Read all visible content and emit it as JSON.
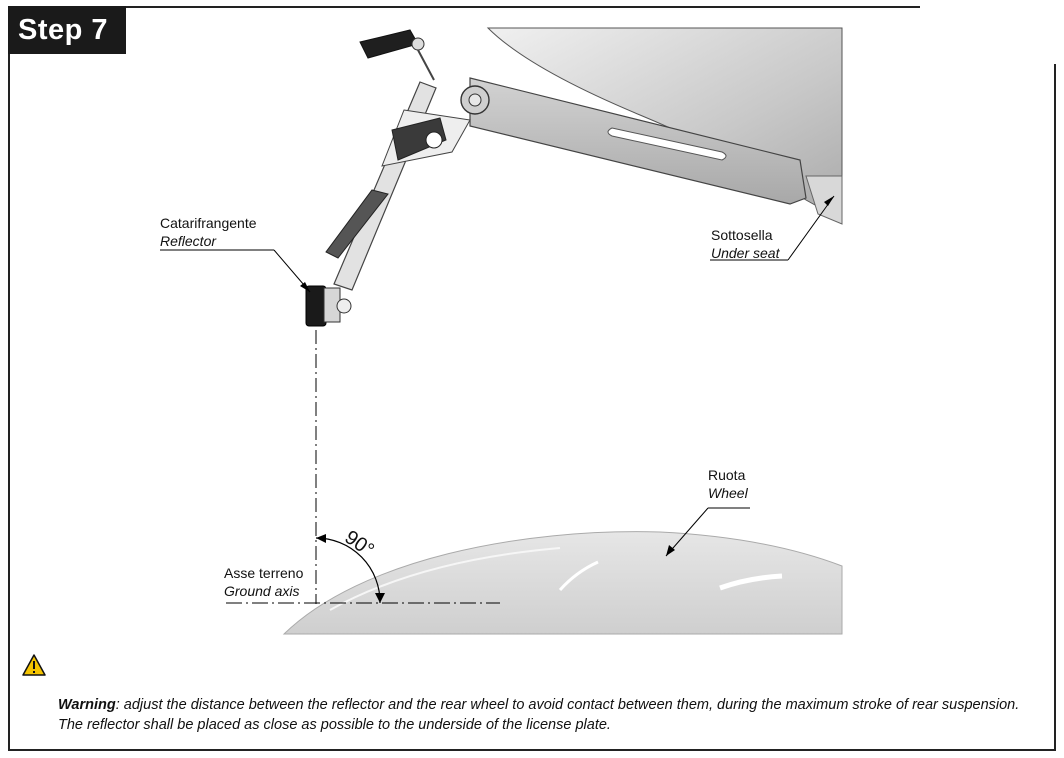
{
  "header": {
    "step_label": "Step 7"
  },
  "labels": {
    "reflector": {
      "it": "Catarifrangente",
      "en": "Reflector"
    },
    "under_seat": {
      "it": "Sottosella",
      "en": "Under seat"
    },
    "wheel": {
      "it": "Ruota",
      "en": "Wheel"
    },
    "ground_axis": {
      "it": "Asse terreno",
      "en": "Ground axis"
    },
    "angle": "90°"
  },
  "warning": {
    "icon": "warning-triangle-icon",
    "title": "Warning",
    "text": ": adjust the distance between the reflector and the rear wheel to avoid contact between them, during the maximum stroke of rear suspension. The reflector shall be placed as close as possible to the underside of the license plate."
  }
}
